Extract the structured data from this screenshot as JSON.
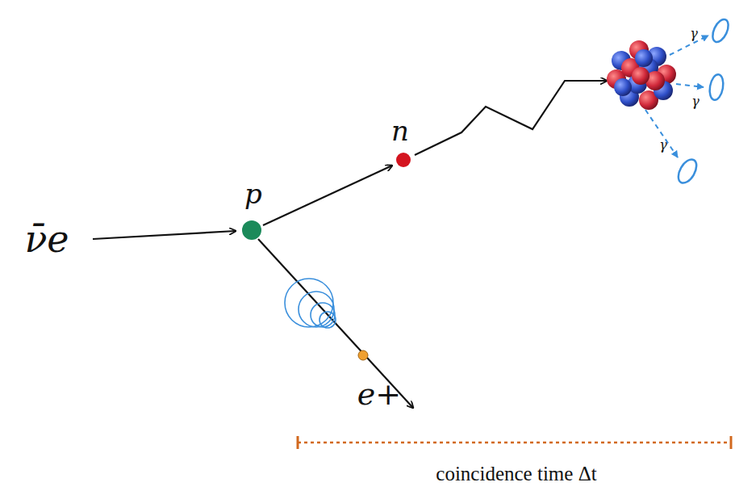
{
  "diagram": {
    "labels": [
      "ν̄e",
      "p",
      "n",
      "e+",
      "γ",
      "γ",
      "γ",
      "coincidence time Δt"
    ]
  }
}
